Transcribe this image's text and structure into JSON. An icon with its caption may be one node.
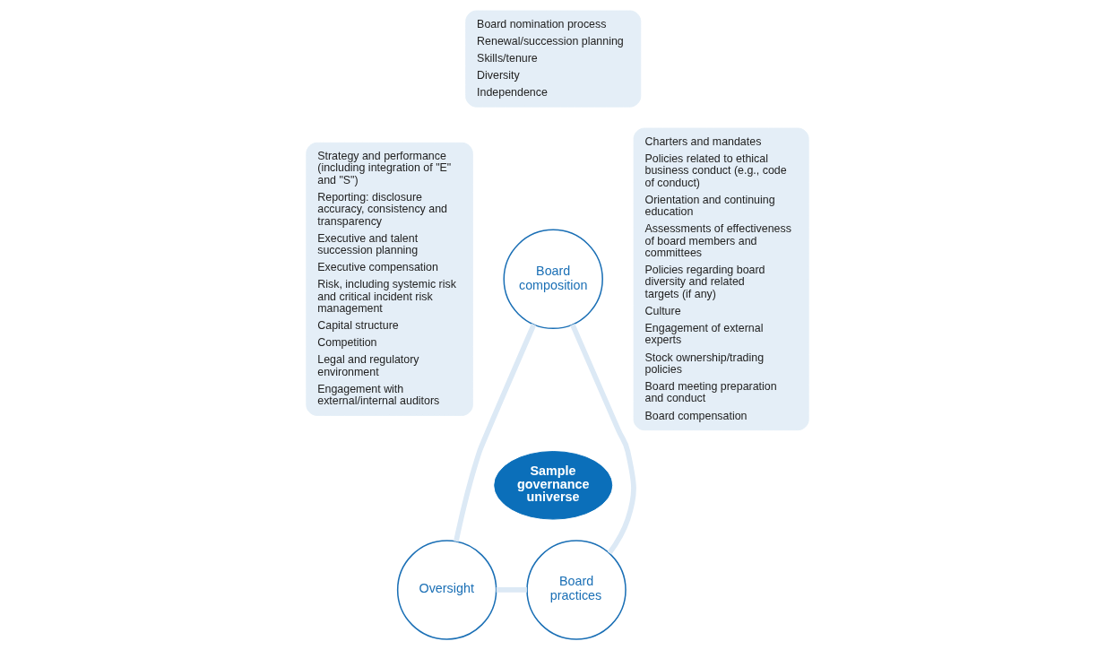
{
  "diagram": {
    "nodes": [
      {
        "text": [
          "Board nomination process",
          "Renewal/succession planning",
          "Skills/tenure",
          "Diversity",
          "Independence"
        ]
      },
      {
        "text": [
          "Strategy and performance (including integration of \"E\" and \"S\")",
          "Reporting: disclosure accuracy, consistency and transparency",
          "Executive and talent succession planning",
          "Executive compensation",
          "Risk, including systemic risk and critical incident risk management",
          "Capital structure",
          "Competition",
          "Legal and regulatory environment",
          "Engagement with external/internal auditors"
        ]
      },
      {
        "text": [
          "Charters and mandates",
          "Policies related to ethical business conduct (e.g., code of conduct)",
          "Orientation and continuing education",
          "Assessments of effectiveness of board members and committees",
          "Policies regarding board diversity and related targets (if any)",
          "Culture",
          "Engagement of external experts",
          "Stock ownership/trading policies",
          "Board meeting preparation and conduct",
          "Board compensation"
        ]
      },
      {
        "text": [
          "Board composition"
        ]
      },
      {
        "text": [
          "Sample governance universe"
        ]
      },
      {
        "text": [
          "Oversight"
        ]
      },
      {
        "text": [
          "Board practices"
        ]
      }
    ],
    "edges": [
      {
        "from": 3,
        "to": 5,
        "arrow": "none"
      },
      {
        "from": 5,
        "to": 6,
        "arrow": "none"
      },
      {
        "from": 6,
        "to": 3,
        "arrow": "none"
      }
    ]
  }
}
